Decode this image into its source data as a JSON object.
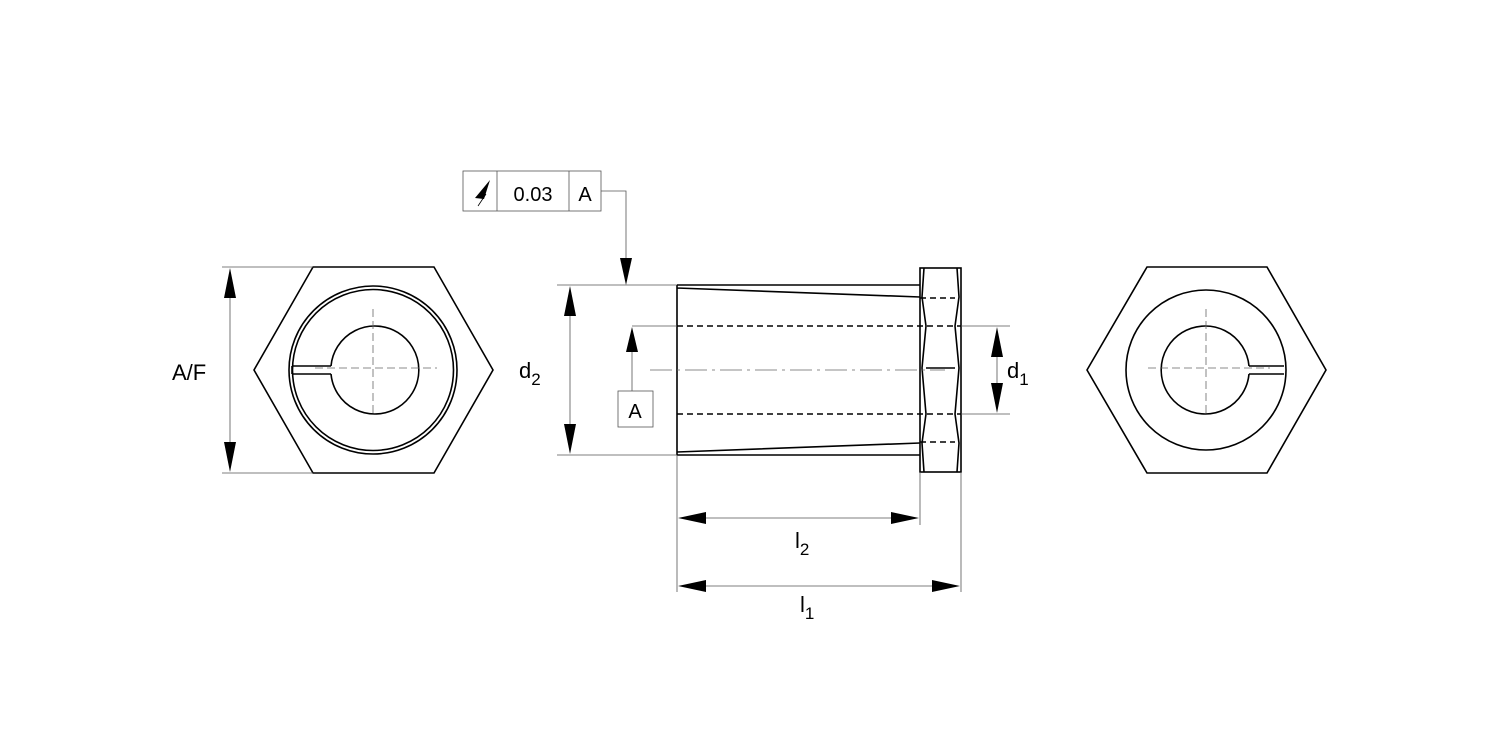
{
  "labels": {
    "across_flats": "A/F",
    "d2_main": "d",
    "d2_sub": "2",
    "d1_main": "d",
    "d1_sub": "1",
    "l2_main": "l",
    "l2_sub": "2",
    "l1_main": "l",
    "l1_sub": "1"
  },
  "tolerance_frame": {
    "symbol": "circular-runout-icon",
    "value": "0.03",
    "datum": "A"
  },
  "datum_label": "A"
}
